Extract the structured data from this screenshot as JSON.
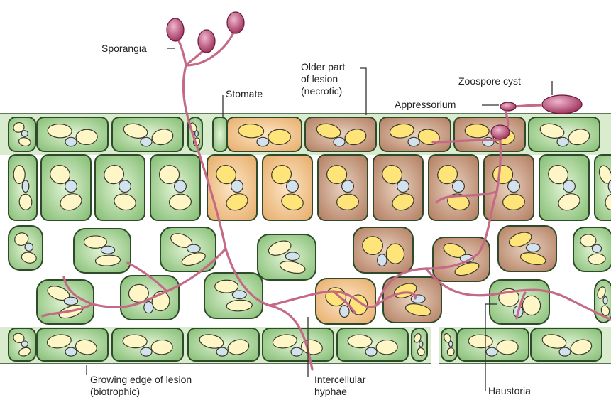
{
  "labels": {
    "sporangia": "Sporangia",
    "stomate": "Stomate",
    "older_part": "Older part\nof lesion\n(necrotic)",
    "zoospore_cyst": "Zoospore cyst",
    "appressorium": "Appressorium",
    "growing_edge": "Growing edge of lesion\n(biotrophic)",
    "intercellular_hyphae": "Intercellular\nhyphae",
    "haustoria": "Haustoria"
  },
  "colors": {
    "healthy_cell_fill": "#b8dca8",
    "healthy_cell_edge": "#2f4a2a",
    "infected_cell_fill": "#f2c89a",
    "necrotic_cell_fill": "#c8a088",
    "vacuole": "#fff6c8",
    "vacuole_infected": "#ffe47a",
    "nucleus": "#d2e2ee",
    "hypha": "#c46a86",
    "sporangium": "#a83a64",
    "leader_line": "#333333"
  }
}
